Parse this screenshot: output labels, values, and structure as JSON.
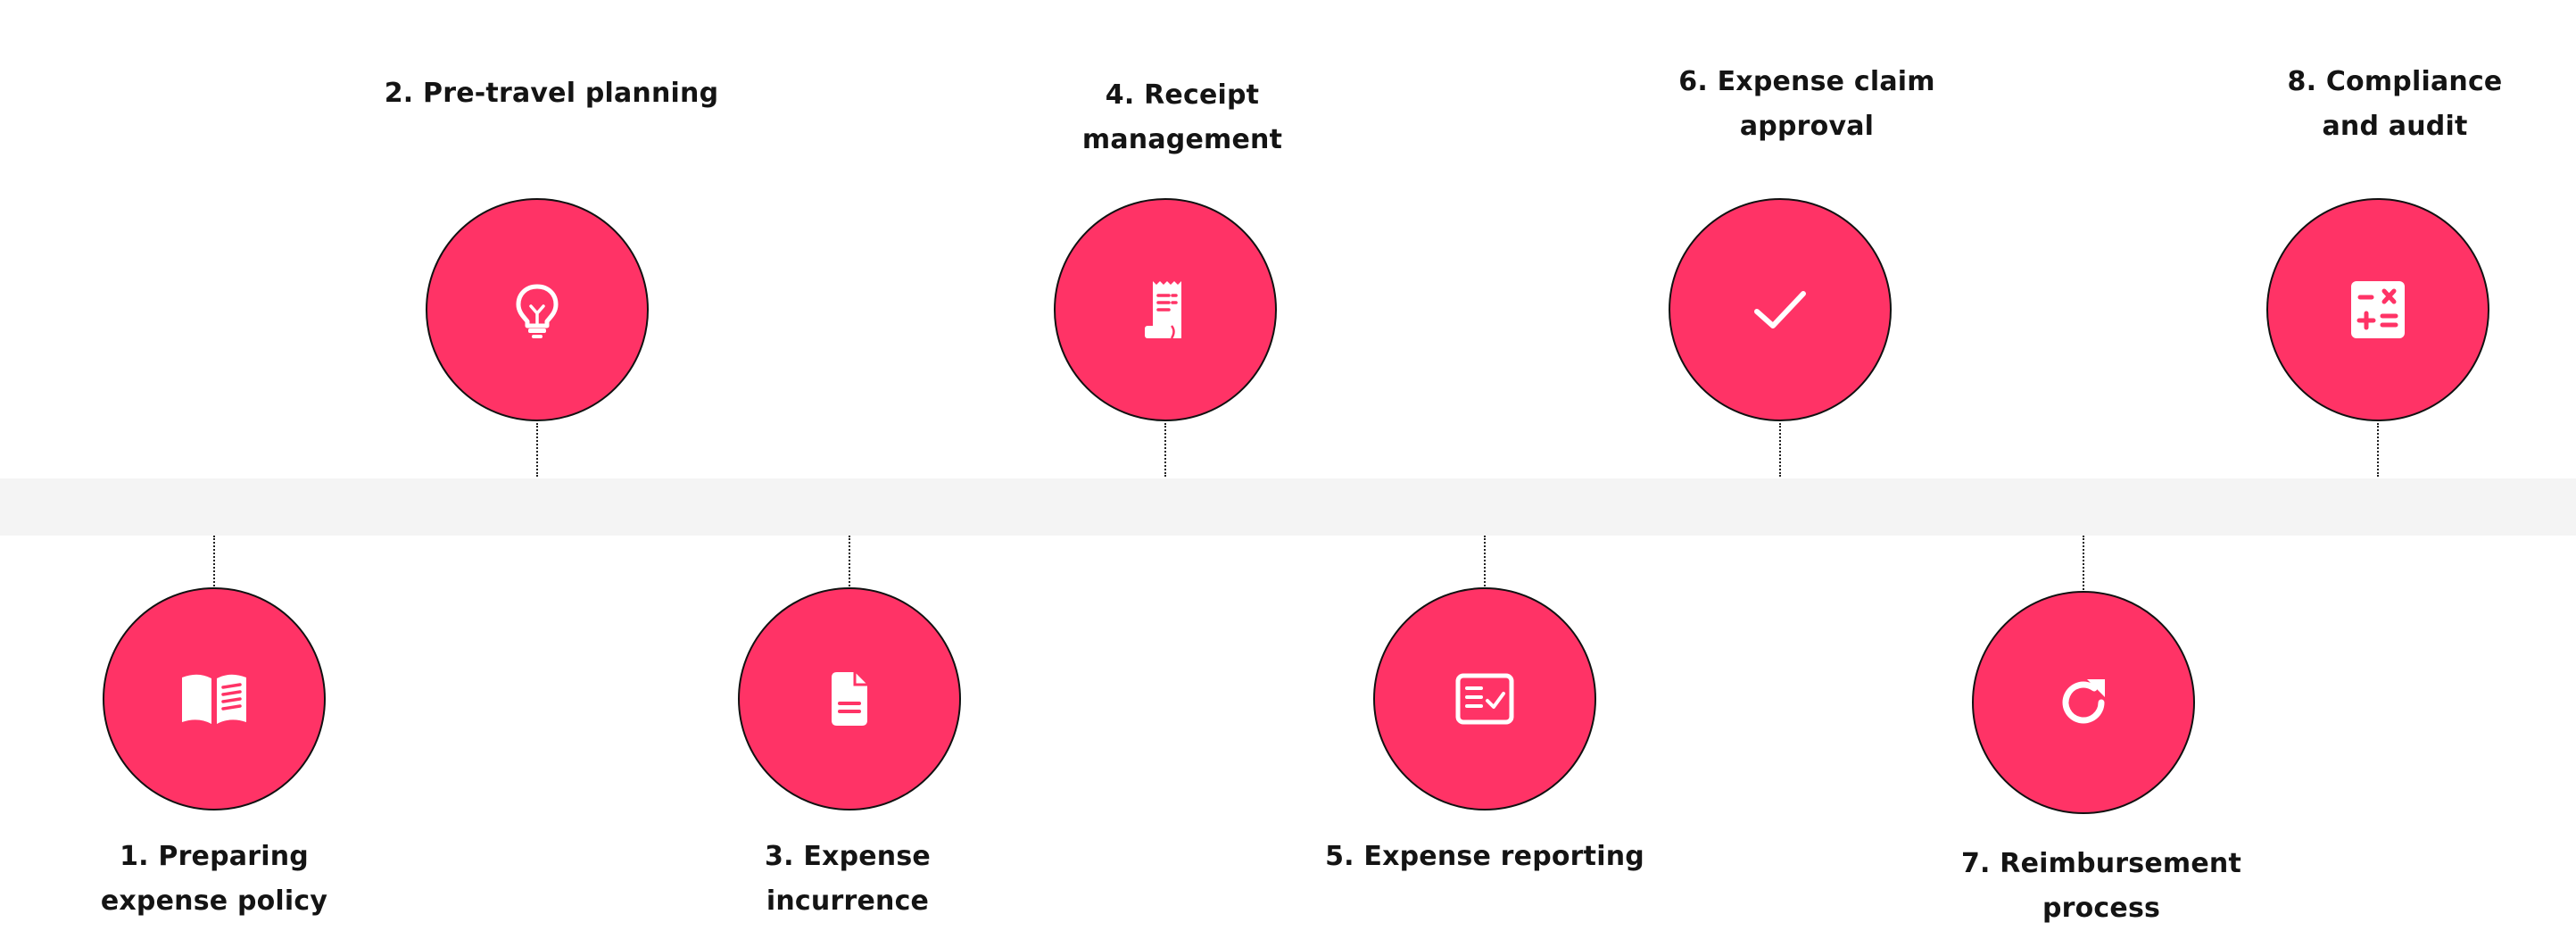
{
  "diagram": {
    "colors": {
      "circle_fill": "#ff3366",
      "circle_stroke": "#111111",
      "icon": "#ffffff",
      "timeline_band": "#f4f4f4",
      "text": "#141414"
    },
    "steps": [
      {
        "label_lines": [
          "1. Preparing",
          "expense policy"
        ],
        "icon": "open-book-icon"
      },
      {
        "label_lines": [
          "2. Pre-travel planning"
        ],
        "icon": "lightbulb-icon"
      },
      {
        "label_lines": [
          "3. Expense",
          "incurrence"
        ],
        "icon": "document-icon"
      },
      {
        "label_lines": [
          "4. Receipt",
          "management"
        ],
        "icon": "receipt-icon"
      },
      {
        "label_lines": [
          "5. Expense reporting"
        ],
        "icon": "checklist-icon"
      },
      {
        "label_lines": [
          "6. Expense claim",
          "approval"
        ],
        "icon": "checkmark-icon"
      },
      {
        "label_lines": [
          "7. Reimbursement",
          "process"
        ],
        "icon": "refresh-icon"
      },
      {
        "label_lines": [
          "8. Compliance",
          "and audit"
        ],
        "icon": "calculator-icon"
      }
    ]
  }
}
